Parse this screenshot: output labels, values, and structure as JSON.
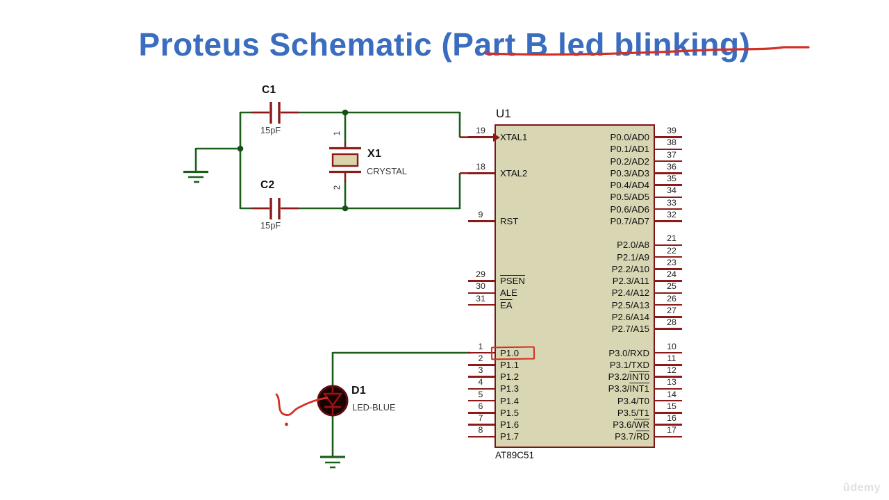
{
  "title": {
    "text": "Proteus Schematic (Part B led blinking)"
  },
  "ic": {
    "designator": "U1",
    "part_number": "AT89C51",
    "left_pins": [
      {
        "num": "19",
        "pre": "XTAL1",
        "row": 0,
        "clock": true
      },
      {
        "num": "18",
        "pre": "XTAL2",
        "row": 3
      },
      {
        "num": "9",
        "pre": "RST",
        "row": 7
      },
      {
        "num": "29",
        "pre": "",
        "ov": "PSEN",
        "row": 12
      },
      {
        "num": "30",
        "pre": "ALE",
        "row": 13
      },
      {
        "num": "31",
        "pre": "",
        "ov": "EA",
        "row": 14
      },
      {
        "num": "1",
        "pre": "P1.0",
        "row": 18,
        "boxed": true
      },
      {
        "num": "2",
        "pre": "P1.1",
        "row": 19
      },
      {
        "num": "3",
        "pre": "P1.2",
        "row": 20
      },
      {
        "num": "4",
        "pre": "P1.3",
        "row": 21
      },
      {
        "num": "5",
        "pre": "P1.4",
        "row": 22
      },
      {
        "num": "6",
        "pre": "P1.5",
        "row": 23
      },
      {
        "num": "7",
        "pre": "P1.6",
        "row": 24
      },
      {
        "num": "8",
        "pre": "P1.7",
        "row": 25
      }
    ],
    "right_pins": [
      {
        "num": "39",
        "pre": "P0.0/AD0",
        "row": 0
      },
      {
        "num": "38",
        "pre": "P0.1/AD1",
        "row": 1
      },
      {
        "num": "37",
        "pre": "P0.2/AD2",
        "row": 2
      },
      {
        "num": "36",
        "pre": "P0.3/AD3",
        "row": 3
      },
      {
        "num": "35",
        "pre": "P0.4/AD4",
        "row": 4
      },
      {
        "num": "34",
        "pre": "P0.5/AD5",
        "row": 5
      },
      {
        "num": "33",
        "pre": "P0.6/AD6",
        "row": 6
      },
      {
        "num": "32",
        "pre": "P0.7/AD7",
        "row": 7
      },
      {
        "num": "21",
        "pre": "P2.0/A8",
        "row": 9
      },
      {
        "num": "22",
        "pre": "P2.1/A9",
        "row": 10
      },
      {
        "num": "23",
        "pre": "P2.2/A10",
        "row": 11
      },
      {
        "num": "24",
        "pre": "P2.3/A11",
        "row": 12
      },
      {
        "num": "25",
        "pre": "P2.4/A12",
        "row": 13
      },
      {
        "num": "26",
        "pre": "P2.5/A13",
        "row": 14
      },
      {
        "num": "27",
        "pre": "P2.6/A14",
        "row": 15
      },
      {
        "num": "28",
        "pre": "P2.7/A15",
        "row": 16
      },
      {
        "num": "10",
        "pre": "P3.0/RXD",
        "row": 18
      },
      {
        "num": "11",
        "pre": "P3.1/TXD",
        "row": 19
      },
      {
        "num": "12",
        "pre": "P3.2/",
        "ov": "INT0",
        "row": 20
      },
      {
        "num": "13",
        "pre": "P3.3/",
        "ov": "INT1",
        "row": 21
      },
      {
        "num": "14",
        "pre": "P3.4/T0",
        "row": 22
      },
      {
        "num": "15",
        "pre": "P3.5/T1",
        "row": 23
      },
      {
        "num": "16",
        "pre": "P3.6/",
        "ov": "WR",
        "row": 24
      },
      {
        "num": "17",
        "pre": "P3.7/",
        "ov": "RD",
        "row": 25
      }
    ]
  },
  "components": {
    "c1": {
      "ref": "C1",
      "value": "15pF"
    },
    "c2": {
      "ref": "C2",
      "value": "15pF"
    },
    "x1": {
      "ref": "X1",
      "value": "CRYSTAL",
      "pin1": "1",
      "pin2": "2"
    },
    "d1": {
      "ref": "D1",
      "value": "LED-BLUE"
    }
  },
  "watermark": {
    "text": "ûdemy"
  },
  "colors": {
    "title_blue": "#3a6dbf",
    "wire_green": "#1a5e1a",
    "component_red": "#8b1a18",
    "ic_fill": "#d9d6b4",
    "annotation_red": "#d42f24"
  }
}
